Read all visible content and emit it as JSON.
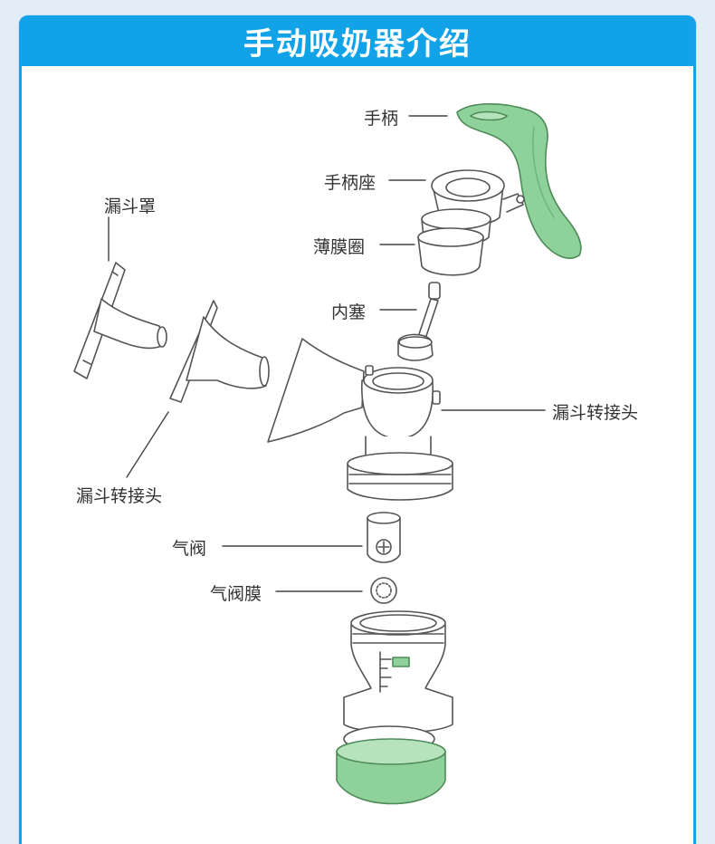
{
  "header": {
    "title": "手动吸奶器介绍"
  },
  "labels": {
    "handle": "手柄",
    "handle_seat": "手柄座",
    "diaphragm_ring": "薄膜圈",
    "inner_plug": "内塞",
    "funnel_cover": "漏斗罩",
    "funnel_adapter_right": "漏斗转接头",
    "funnel_adapter_left": "漏斗转接头",
    "valve": "气阀",
    "valve_membrane": "气阀膜"
  },
  "colors": {
    "header_bg": "#11a2e8",
    "handle_green": "#8fd19a",
    "base_green": "#8fd19a",
    "outline": "#555555"
  }
}
